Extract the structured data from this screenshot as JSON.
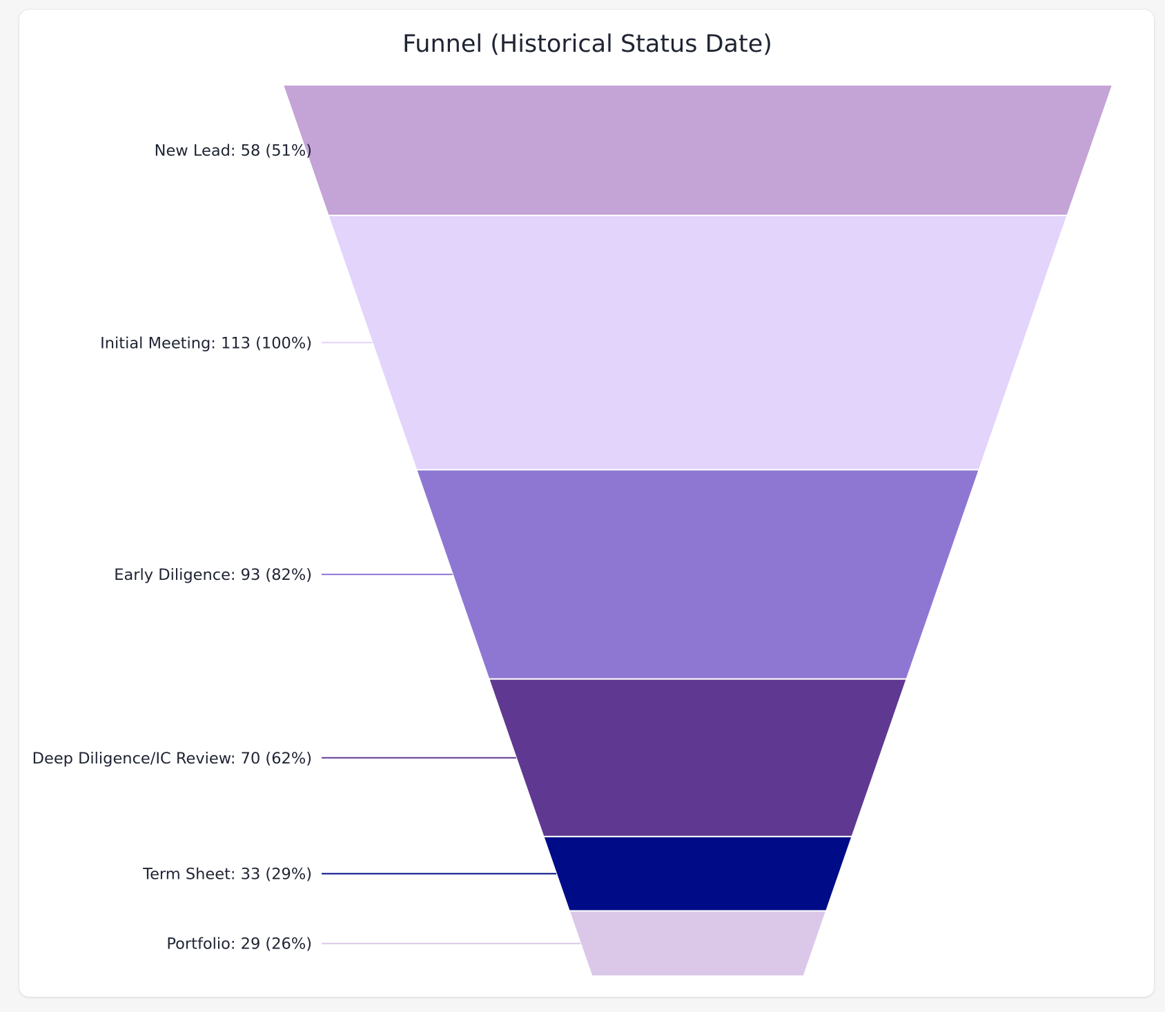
{
  "chart_data": {
    "type": "funnel",
    "title": "Funnel (Historical Status Date)",
    "stages": [
      {
        "name": "New Lead",
        "value": 58,
        "percent": 51,
        "label": "New Lead: 58 (51%)",
        "color": "#c4a3d6"
      },
      {
        "name": "Initial Meeting",
        "value": 113,
        "percent": 100,
        "label": "Initial Meeting: 113 (100%)",
        "color": "#e2d4fb"
      },
      {
        "name": "Early Diligence",
        "value": 93,
        "percent": 82,
        "label": "Early Diligence: 93 (82%)",
        "color": "#8e77d3"
      },
      {
        "name": "Deep Diligence/IC Review",
        "value": 70,
        "percent": 62,
        "label": "Deep Diligence/IC Review: 70 (62%)",
        "color": "#5f3891"
      },
      {
        "name": "Term Sheet",
        "value": 33,
        "percent": 29,
        "label": "Term Sheet: 33 (29%)",
        "color": "#000c87"
      },
      {
        "name": "Portfolio",
        "value": 29,
        "percent": 26,
        "label": "Portfolio: 29 (26%)",
        "color": "#dbc8e8"
      }
    ]
  }
}
